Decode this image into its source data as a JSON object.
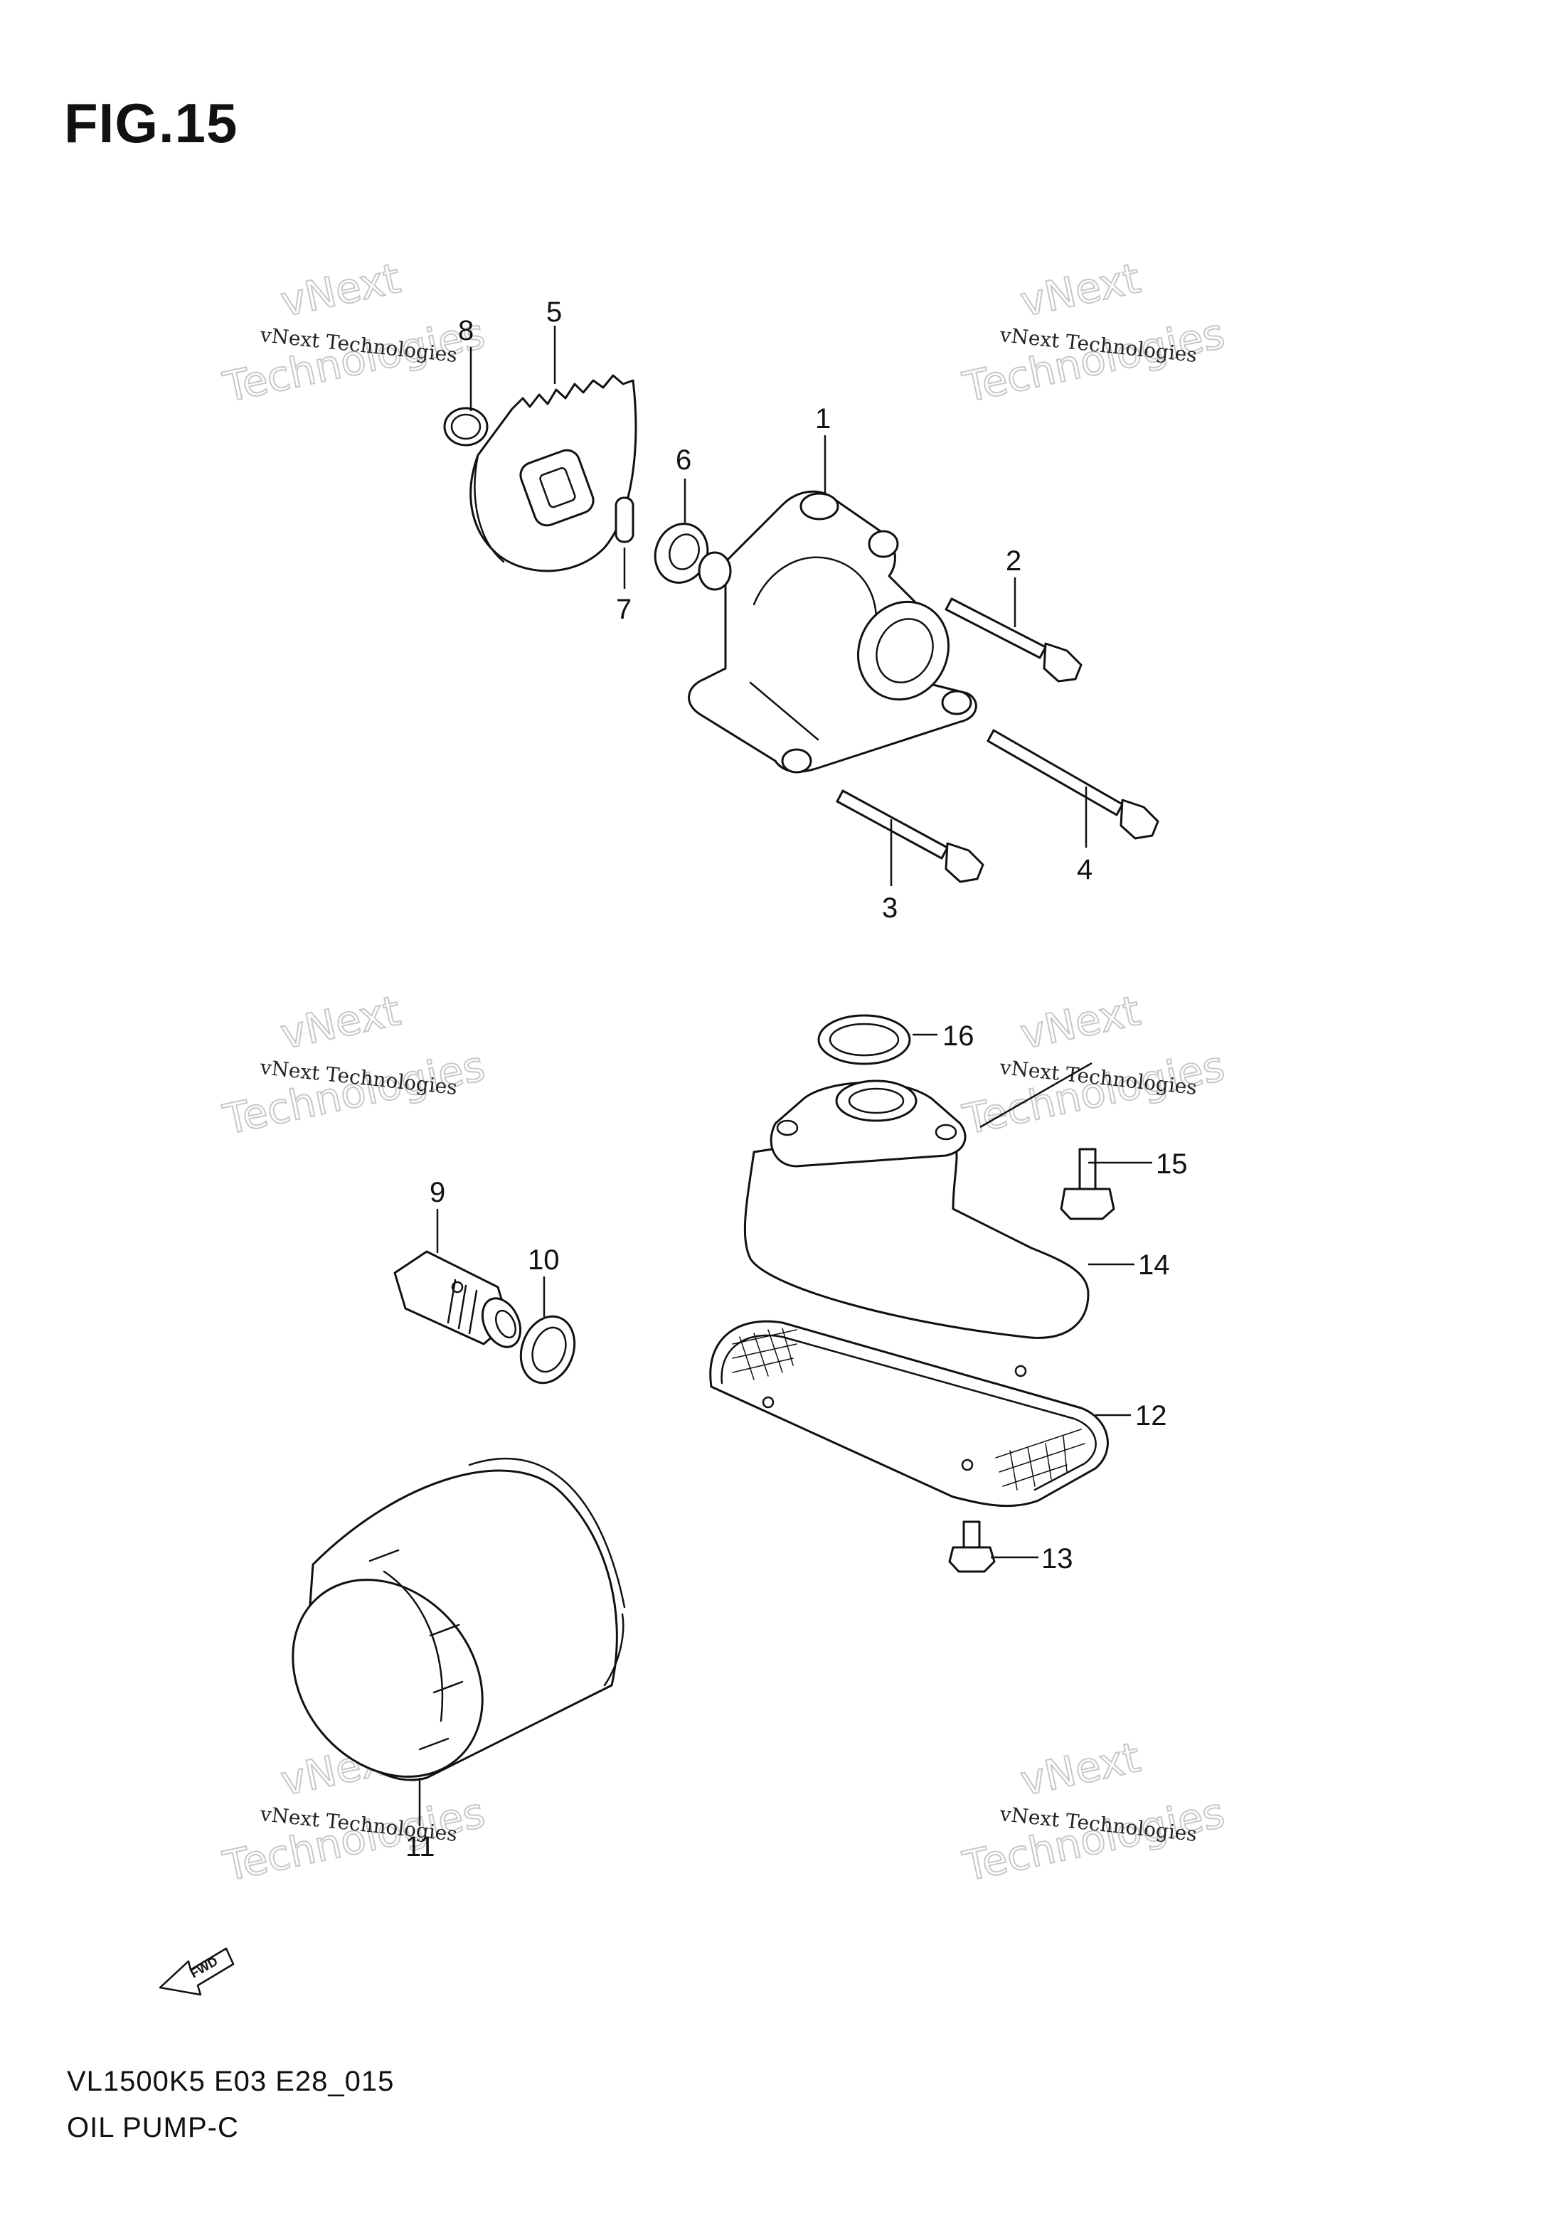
{
  "figure": {
    "title": "FIG.15",
    "model_code": "VL1500K5 E03 E28_015",
    "section_name": "OIL PUMP-C"
  },
  "watermark": {
    "line_small": "vNext Technologies",
    "line_big_1": "vNext",
    "line_big_2": "Technologies"
  },
  "direction_badge": "FWD",
  "callouts": [
    {
      "id": "1",
      "label": "1"
    },
    {
      "id": "2",
      "label": "2"
    },
    {
      "id": "3",
      "label": "3"
    },
    {
      "id": "4",
      "label": "4"
    },
    {
      "id": "5",
      "label": "5"
    },
    {
      "id": "6",
      "label": "6"
    },
    {
      "id": "7",
      "label": "7"
    },
    {
      "id": "8",
      "label": "8"
    },
    {
      "id": "9",
      "label": "9"
    },
    {
      "id": "10",
      "label": "10"
    },
    {
      "id": "11",
      "label": "11"
    },
    {
      "id": "12",
      "label": "12"
    },
    {
      "id": "13",
      "label": "13"
    },
    {
      "id": "14",
      "label": "14"
    },
    {
      "id": "15",
      "label": "15"
    },
    {
      "id": "16",
      "label": "16"
    }
  ],
  "parts": [
    {
      "ref": "1",
      "icon": "oil-pump-housing-icon"
    },
    {
      "ref": "2",
      "icon": "bolt-icon"
    },
    {
      "ref": "3",
      "icon": "bolt-icon"
    },
    {
      "ref": "4",
      "icon": "bolt-icon"
    },
    {
      "ref": "5",
      "icon": "gear-icon"
    },
    {
      "ref": "6",
      "icon": "washer-icon"
    },
    {
      "ref": "7",
      "icon": "pin-icon"
    },
    {
      "ref": "8",
      "icon": "circlip-icon"
    },
    {
      "ref": "9",
      "icon": "valve-plug-icon"
    },
    {
      "ref": "10",
      "icon": "o-ring-icon"
    },
    {
      "ref": "11",
      "icon": "oil-filter-icon"
    },
    {
      "ref": "12",
      "icon": "strainer-screen-icon"
    },
    {
      "ref": "13",
      "icon": "bolt-icon"
    },
    {
      "ref": "14",
      "icon": "strainer-cover-icon"
    },
    {
      "ref": "15",
      "icon": "bolt-icon"
    },
    {
      "ref": "16",
      "icon": "o-ring-icon"
    }
  ]
}
